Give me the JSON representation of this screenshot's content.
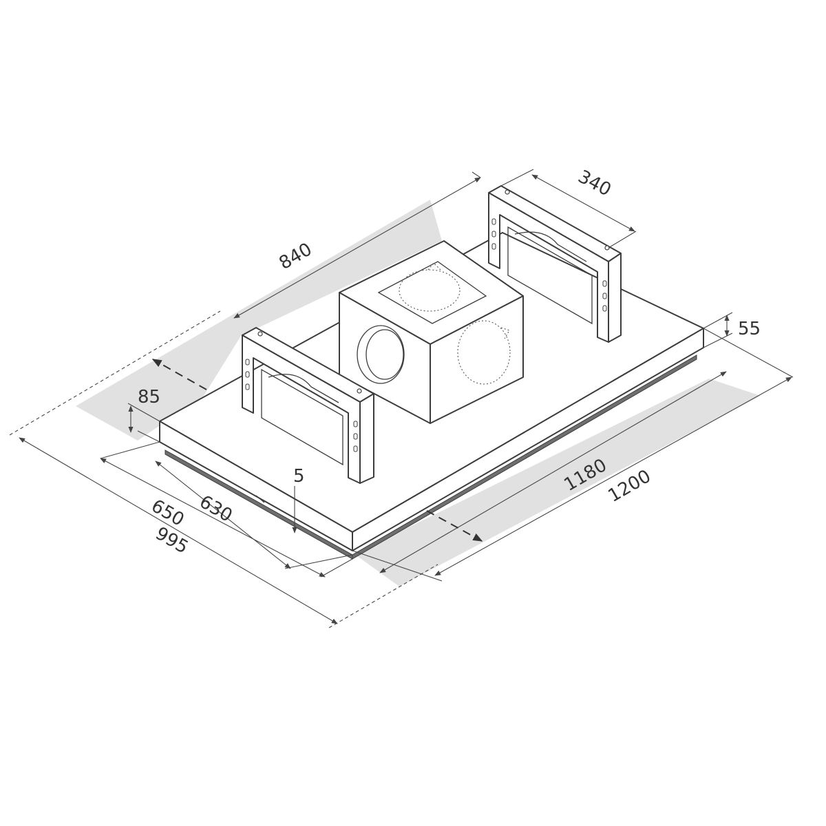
{
  "dimensions": {
    "d840": "840",
    "d340": "340",
    "d55": "55",
    "d85": "85",
    "d5": "5",
    "d1180": "1180",
    "d1200": "1200",
    "d650": "650",
    "d630": "630",
    "d995": "995"
  },
  "colors": {
    "line": "#3c3c3c",
    "shadow": "#e1e1e1",
    "strip": "#6e6e6e"
  }
}
